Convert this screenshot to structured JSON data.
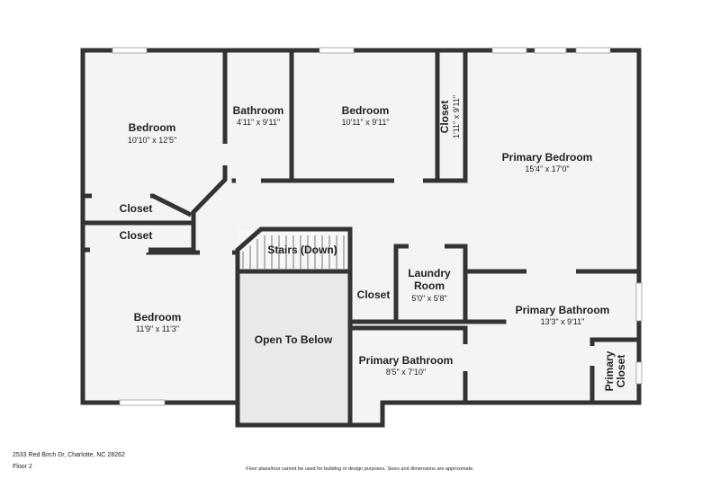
{
  "rooms": [
    {
      "name": "Bedroom",
      "dims": "10'10\" x 12'5\""
    },
    {
      "name": "Bathroom",
      "dims": "4'11\" x 9'11\""
    },
    {
      "name": "Bedroom",
      "dims": "10'11\" x 9'11\""
    },
    {
      "name": "Closet",
      "dims": "1'11\" x 9'11\""
    },
    {
      "name": "Primary Bedroom",
      "dims": "15'4\" x 17'0\""
    },
    {
      "name": "Closet",
      "dims": ""
    },
    {
      "name": "Closet",
      "dims": ""
    },
    {
      "name": "Stairs (Down)",
      "dims": ""
    },
    {
      "name": "Laundry",
      "dims": "5'0\" x 5'8\"",
      "name2": "Room"
    },
    {
      "name": "Closet",
      "dims": ""
    },
    {
      "name": "Primary Bathroom",
      "dims": "13'3\" x 9'11\""
    },
    {
      "name": "Bedroom",
      "dims": "11'9\" x 11'3\""
    },
    {
      "name": "Open To Below",
      "dims": ""
    },
    {
      "name": "Primary Bathroom",
      "dims": "8'5\" x 7'10\""
    },
    {
      "name": "Primary",
      "dims": "",
      "name2": "Closet"
    }
  ],
  "footer": {
    "address": "2533 Red Birch Dr, Charlotte, NC 28262",
    "floor": "Floor 2",
    "disclaimer": "Floor plans/tour cannot be used for building or design purposes. Sizes and dimensions are approximate."
  },
  "colors": {
    "wall": "#333333",
    "floor": "#f4f4f4",
    "open_below": "#e9e9e9",
    "text": "#222222"
  }
}
